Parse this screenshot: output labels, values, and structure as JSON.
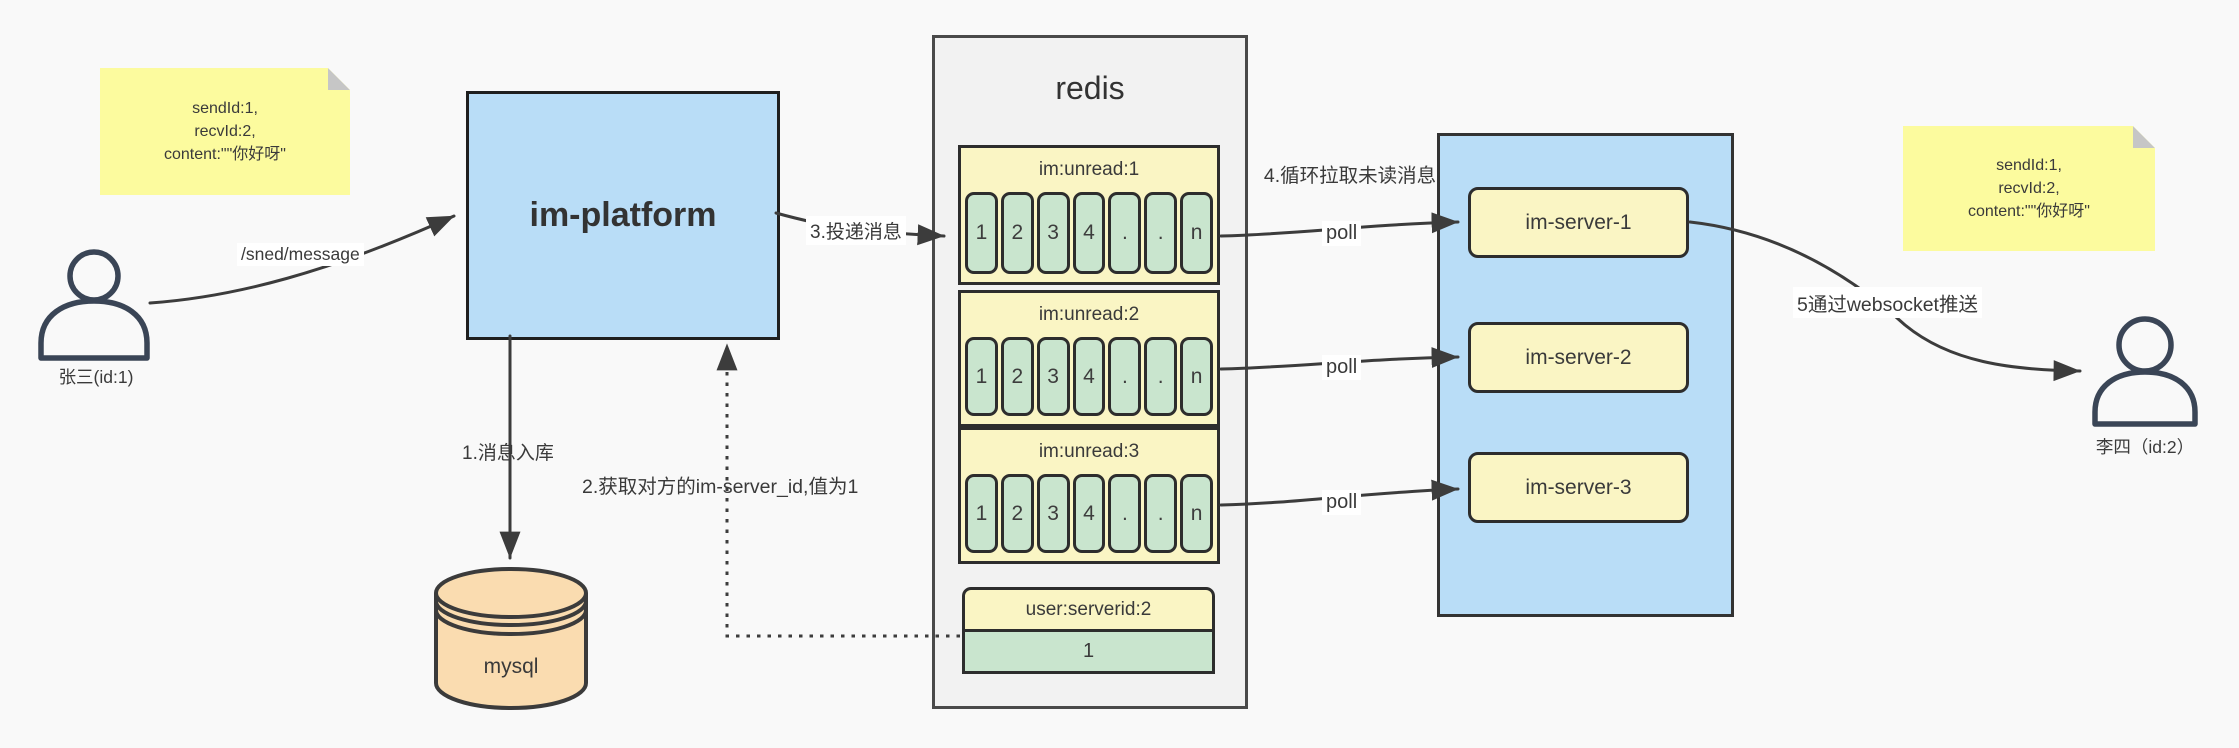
{
  "colors": {
    "background": "#F9F9F9",
    "note_yellow": "#FCFB9E",
    "box_blue": "#B9DDF7",
    "shape_yellow": "#FAF5C4",
    "shape_green": "#C9E5CE",
    "db_orange": "#FADCB0",
    "container_gray": "#F2F2F2",
    "line": "#3C3C3C"
  },
  "notes": {
    "left": {
      "lines": [
        "sendId:1,",
        "recvId:2,",
        "content:\"\"你好呀\""
      ]
    },
    "right": {
      "lines": [
        "sendId:1,",
        "recvId:2,",
        "content:\"\"你好呀\""
      ]
    }
  },
  "actors": {
    "sender": {
      "label": "张三(id:1)"
    },
    "receiver": {
      "label": "李四（id:2）"
    }
  },
  "platform": {
    "label": "im-platform"
  },
  "database": {
    "label": "mysql"
  },
  "redis": {
    "title": "redis",
    "queues": [
      {
        "name": "im:unread:1",
        "cells": [
          "1",
          "2",
          "3",
          "4",
          ".",
          ".",
          "n"
        ]
      },
      {
        "name": "im:unread:2",
        "cells": [
          "1",
          "2",
          "3",
          "4",
          ".",
          ".",
          "n"
        ]
      },
      {
        "name": "im:unread:3",
        "cells": [
          "1",
          "2",
          "3",
          "4",
          ".",
          ".",
          "n"
        ]
      }
    ],
    "kv": {
      "key": "user:serverid:2",
      "value": "1"
    }
  },
  "servers": [
    {
      "label": "im-server-1"
    },
    {
      "label": "im-server-2"
    },
    {
      "label": "im-server-3"
    }
  ],
  "edges": {
    "send": "/sned/message",
    "step1": "1.消息入库",
    "step2": "2.获取对方的im-server_id,值为1",
    "step3": "3.投递消息",
    "step4": "4.循环拉取未读消息",
    "step5": "5通过websocket推送",
    "poll": "poll"
  }
}
